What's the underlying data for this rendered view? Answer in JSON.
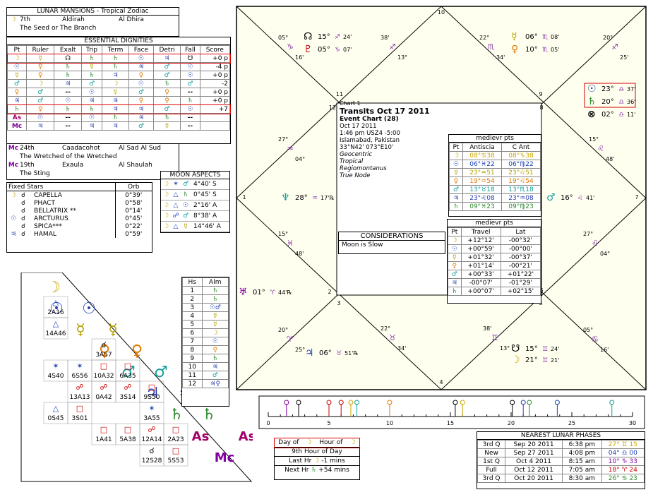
{
  "colors": {
    "sun": "#1a3fb4",
    "moon": "#c9a800",
    "mercury": "#b3a000",
    "venus": "#e07800",
    "mars": "#139e9e",
    "jupiter": "#2a3eb1",
    "saturn": "#2a8a2a",
    "asc": "#a0006a",
    "mc": "#8000a0",
    "chart_bg": "#fffff0",
    "red": "#cc0000"
  },
  "mansions": {
    "title": "LUNAR MANSIONS - Tropical Zodiac",
    "rows": [
      {
        "glyph": "☽",
        "num": "7th",
        "a": "Aldirah",
        "b": "Al Dhira"
      },
      {
        "glyph": "",
        "num": "The Seed or The Branch",
        "a": "",
        "b": ""
      }
    ],
    "rows2": [
      {
        "glyph": "Mc",
        "num": "24th",
        "a": "Caadacohot",
        "b": "Al Sad Al Sud"
      },
      {
        "glyph": "",
        "num": "The Wretched of the Wretched",
        "a": "",
        "b": ""
      },
      {
        "glyph": "Mc",
        "num": "19th",
        "a": "Exaula",
        "b": "Al Shaulah"
      },
      {
        "glyph": "",
        "num": "The Sting",
        "a": "",
        "b": ""
      }
    ]
  },
  "dignities": {
    "title": "ESSENTIAL DIGNITIES",
    "headers": [
      "Pt",
      "Ruler",
      "Exalt",
      "Trip",
      "Term",
      "Face",
      "Detri",
      "Fall",
      "Score"
    ],
    "rows": [
      [
        "☽",
        "☿",
        "☊",
        "♄",
        "♄",
        "☉",
        "♃",
        "☋",
        "+0 p"
      ],
      [
        "☉",
        "♀",
        "♄",
        "☿",
        "♄",
        "♃",
        "♂",
        "☉",
        "-4 p"
      ],
      [
        "☿",
        "♀",
        "♄",
        "♄",
        "♃",
        "♀",
        "♂",
        "☉",
        "+0 p"
      ],
      [
        "♂",
        "☽",
        "♃",
        "♂",
        "☽",
        "☉",
        "♄",
        "♂",
        "-2"
      ],
      [
        "♀",
        "♂",
        "--",
        "☉",
        "☿",
        "♂",
        "♀",
        "--",
        "+0 p"
      ],
      [
        "♃",
        "♂",
        "☉",
        "♃",
        "♃",
        "♀",
        "♀",
        "♄",
        "+0 p"
      ],
      [
        "♄",
        "♀",
        "♄",
        "♄",
        "♃",
        "♃",
        "♂",
        "☉",
        "+7"
      ],
      [
        "As",
        "☉",
        "--",
        "☉",
        "♄",
        "♃",
        "♄",
        "--",
        ""
      ],
      [
        "Mc",
        "♃",
        "--",
        "♃",
        "♃",
        "♂",
        "☿",
        "--",
        ""
      ]
    ]
  },
  "fixed_stars": {
    "headers": [
      "Fixed Stars",
      "Orb"
    ],
    "rows": [
      {
        "pt": "☽",
        "asp": "☌",
        "name": "CAPELLA",
        "orb": "0°39'"
      },
      {
        "pt": "",
        "asp": "☌",
        "name": "PHACT",
        "orb": "0°58'"
      },
      {
        "pt": "",
        "asp": "☌",
        "name": "BELLATRIX **",
        "orb": "0°14'"
      },
      {
        "pt": "☉",
        "asp": "☌",
        "name": "ARCTURUS",
        "orb": "0°45'"
      },
      {
        "pt": "",
        "asp": "☌",
        "name": "SPICA***",
        "orb": "0°22'"
      },
      {
        "pt": "♃",
        "asp": "☌",
        "name": "HAMAL",
        "orb": "0°59'"
      }
    ]
  },
  "moon_aspects": {
    "title": "MOON ASPECTS",
    "rows": [
      {
        "p1": "☽",
        "asp": "✶",
        "p2": "♂",
        "orb": "4°40' S"
      },
      {
        "p1": "☽",
        "asp": "△",
        "p2": "♄",
        "orb": "0°45' S"
      },
      {
        "p1": "☽",
        "asp": "△",
        "p2": "☉",
        "orb": "2°16' A"
      },
      {
        "p1": "☽",
        "asp": "☍",
        "p2": "♂",
        "orb": "8°38' A"
      },
      {
        "p1": "☽",
        "asp": "△",
        "p2": "☿",
        "orb": "14°46' A"
      }
    ]
  },
  "aspect_grid": {
    "planets": [
      "☽",
      "☉",
      "☿",
      "♀",
      "♂",
      "♃",
      "♄",
      "As",
      "Mc"
    ],
    "cells": [
      {
        "r": 1,
        "c": 0,
        "g": "△",
        "t": "2A16"
      },
      {
        "r": 2,
        "c": 0,
        "g": "△",
        "t": "14A46"
      },
      {
        "r": 3,
        "c": 2,
        "g": "☌",
        "t": "3A57"
      },
      {
        "r": 4,
        "c": 0,
        "g": "✶",
        "t": "4S40"
      },
      {
        "r": 4,
        "c": 1,
        "g": "✶",
        "t": "6S56"
      },
      {
        "r": 4,
        "c": 2,
        "g": "□",
        "t": "10A32"
      },
      {
        "r": 4,
        "c": 3,
        "g": "□",
        "t": "6A35"
      },
      {
        "r": 5,
        "c": 1,
        "g": "☍",
        "t": "13A13"
      },
      {
        "r": 5,
        "c": 2,
        "g": "☍",
        "t": "0A42"
      },
      {
        "r": 5,
        "c": 3,
        "g": "☍",
        "t": "3S14"
      },
      {
        "r": 5,
        "c": 4,
        "g": "□",
        "t": "9S50"
      },
      {
        "r": 6,
        "c": 0,
        "g": "△",
        "t": "0S45"
      },
      {
        "r": 6,
        "c": 1,
        "g": "□",
        "t": "3S01"
      },
      {
        "r": 6,
        "c": 4,
        "g": "✶",
        "t": "3A55"
      },
      {
        "r": 7,
        "c": 2,
        "g": "□",
        "t": "1A41"
      },
      {
        "r": 7,
        "c": 3,
        "g": "□",
        "t": "5A38"
      },
      {
        "r": 7,
        "c": 4,
        "g": "☍",
        "t": "12A14"
      },
      {
        "r": 7,
        "c": 5,
        "g": "□",
        "t": "2A23"
      },
      {
        "r": 8,
        "c": 4,
        "g": "☌",
        "t": "12S28"
      },
      {
        "r": 8,
        "c": 5,
        "g": "□",
        "t": "5S53"
      }
    ]
  },
  "almuten": {
    "headers": [
      "Hs",
      "Alm"
    ],
    "rows": [
      [
        "1",
        "♄"
      ],
      [
        "2",
        "♄"
      ],
      [
        "3",
        "☉♂"
      ],
      [
        "4",
        "☿"
      ],
      [
        "5",
        "☿"
      ],
      [
        "6",
        "☽"
      ],
      [
        "7",
        "☉"
      ],
      [
        "8",
        "♀"
      ],
      [
        "9",
        "♄"
      ],
      [
        "10",
        "♃"
      ],
      [
        "11",
        "♂"
      ],
      [
        "12",
        "♃♀"
      ]
    ]
  },
  "chart": {
    "title1": "Chart 1",
    "title2": "Transits Oct 17 2011",
    "title3": "Event Chart (28)",
    "lines": [
      "Oct 17 2011",
      "1:46 pm  USZ4 -5:00",
      "Islamabad, Pakistan",
      "33°N42' 073°E10'"
    ],
    "italic": [
      "Geocentric",
      "Tropical",
      "Regiomontanus",
      "True Node"
    ],
    "considerations_title": "CONSIDERATIONS",
    "considerations": "Moon is Slow",
    "house_nums": [
      "10",
      "11",
      "12",
      "1",
      "2",
      "3",
      "4",
      "5",
      "6",
      "7",
      "8",
      "9"
    ],
    "cusps": [
      {
        "deg": "05°",
        "sign": "♑",
        "deg2": "16'"
      },
      {
        "deg": "22°",
        "sign": "♏",
        "deg2": "34'"
      },
      {
        "deg": "20°",
        "sign": "♐",
        "deg2": "25'"
      },
      {
        "deg": "27°",
        "sign": "♒",
        "deg2": "04°"
      },
      {
        "deg": "15°",
        "sign": "♓",
        "deg2": "48'"
      },
      {
        "deg": "20°",
        "sign": "♈",
        "deg2": "25°"
      },
      {
        "deg": "22°",
        "sign": "♉",
        "deg2": "34'"
      },
      {
        "deg": "38'",
        "sign": "♊",
        "deg2": "13°"
      },
      {
        "deg": "05°",
        "sign": "♋",
        "deg2": "16'"
      },
      {
        "deg": "15°",
        "sign": "♌",
        "deg2": "48'"
      },
      {
        "deg": "27°",
        "sign": "♌",
        "deg2": "04°"
      },
      {
        "deg": "38'",
        "sign": "♐",
        "deg2": "13°"
      }
    ],
    "planets": [
      {
        "g": "☊",
        "deg": "15°",
        "sign": "♐",
        "min": "24'"
      },
      {
        "g": "♇",
        "deg": "05°",
        "sign": "♑",
        "min": "07'"
      },
      {
        "g": "☿",
        "deg": "06°",
        "sign": "♏",
        "min": "08'"
      },
      {
        "g": "♀",
        "deg": "10°",
        "sign": "♏",
        "min": "05'"
      },
      {
        "g": "☉",
        "deg": "23°",
        "sign": "♎",
        "min": "37'"
      },
      {
        "g": "♄",
        "deg": "20°",
        "sign": "♎",
        "min": "36'"
      },
      {
        "g": "⊗",
        "deg": "02°",
        "sign": "♎",
        "min": "11'"
      },
      {
        "g": "♆",
        "deg": "28°",
        "sign": "♒",
        "min": "17'℞"
      },
      {
        "g": "♂",
        "deg": "16°",
        "sign": "♌",
        "min": "41'"
      },
      {
        "g": "♅",
        "deg": "01°",
        "sign": "♈",
        "min": "44'℞"
      },
      {
        "g": "♃",
        "deg": "06°",
        "sign": "♉",
        "min": "51'℞"
      },
      {
        "g": "☋",
        "deg": "15°",
        "sign": "♊",
        "min": "24'"
      },
      {
        "g": "☽",
        "deg": "21°",
        "sign": "♊",
        "min": "21'"
      }
    ]
  },
  "antiscia": {
    "title": "medievr pts",
    "headers": [
      "Pt",
      "Antiscia",
      "C Ant"
    ],
    "rows": [
      [
        "☽",
        "08°♋38",
        "08°♑38"
      ],
      [
        "☉",
        "06°♓22",
        "06°♍22"
      ],
      [
        "☿",
        "23°♒51",
        "23°♌51"
      ],
      [
        "♀",
        "19°♒54",
        "19°♌54"
      ],
      [
        "♂",
        "13°♉18",
        "13°♏18"
      ],
      [
        "♃",
        "23°♌08",
        "23°♒08"
      ],
      [
        "♄",
        "09°♓23",
        "09°♍23"
      ]
    ]
  },
  "travel": {
    "title": "medievr pts",
    "headers": [
      "Pt",
      "Travel",
      "Lat"
    ],
    "rows": [
      [
        "☽",
        "+12°12'",
        "-00°32'"
      ],
      [
        "☉",
        "+00°59'",
        "-00°00'"
      ],
      [
        "☿",
        "+01°32'",
        "-00°37'"
      ],
      [
        "♀",
        "+01°14'",
        "-00°21'"
      ],
      [
        "♂",
        "+00°33'",
        "+01°22'"
      ],
      [
        "♃",
        "-00°07'",
        "-01°29'"
      ],
      [
        "♄",
        "+00°07'",
        "+02°15'"
      ]
    ]
  },
  "strip": {
    "ticks": [
      "0",
      "5",
      "10",
      "15",
      "20",
      "25",
      "30"
    ]
  },
  "day_hour": {
    "l1a": "Day of",
    "l1b": "Hour of",
    "l2": "9th Hour of Day",
    "l3a": "Last Hr",
    "l3b": "-1 mins",
    "l4a": "Next Hr",
    "l4b": "+54 mins"
  },
  "lunar_phases": {
    "title": "NEAREST LUNAR PHASES",
    "rows": [
      [
        "3rd Q",
        "Sep 20 2011",
        "6:38 pm",
        "27° ♊ 15"
      ],
      [
        "New",
        "Sep 27 2011",
        "4:08 pm",
        "04° ♎ 00"
      ],
      [
        "1st Q",
        "Oct 4 2011",
        "8:15 am",
        "10° ♑ 33"
      ],
      [
        "Full",
        "Oct 12 2011",
        "7:05 am",
        "18° ♈ 24"
      ],
      [
        "3rd Q",
        "Oct 20 2011",
        "8:30 am",
        "26° ♋ 23"
      ]
    ]
  }
}
